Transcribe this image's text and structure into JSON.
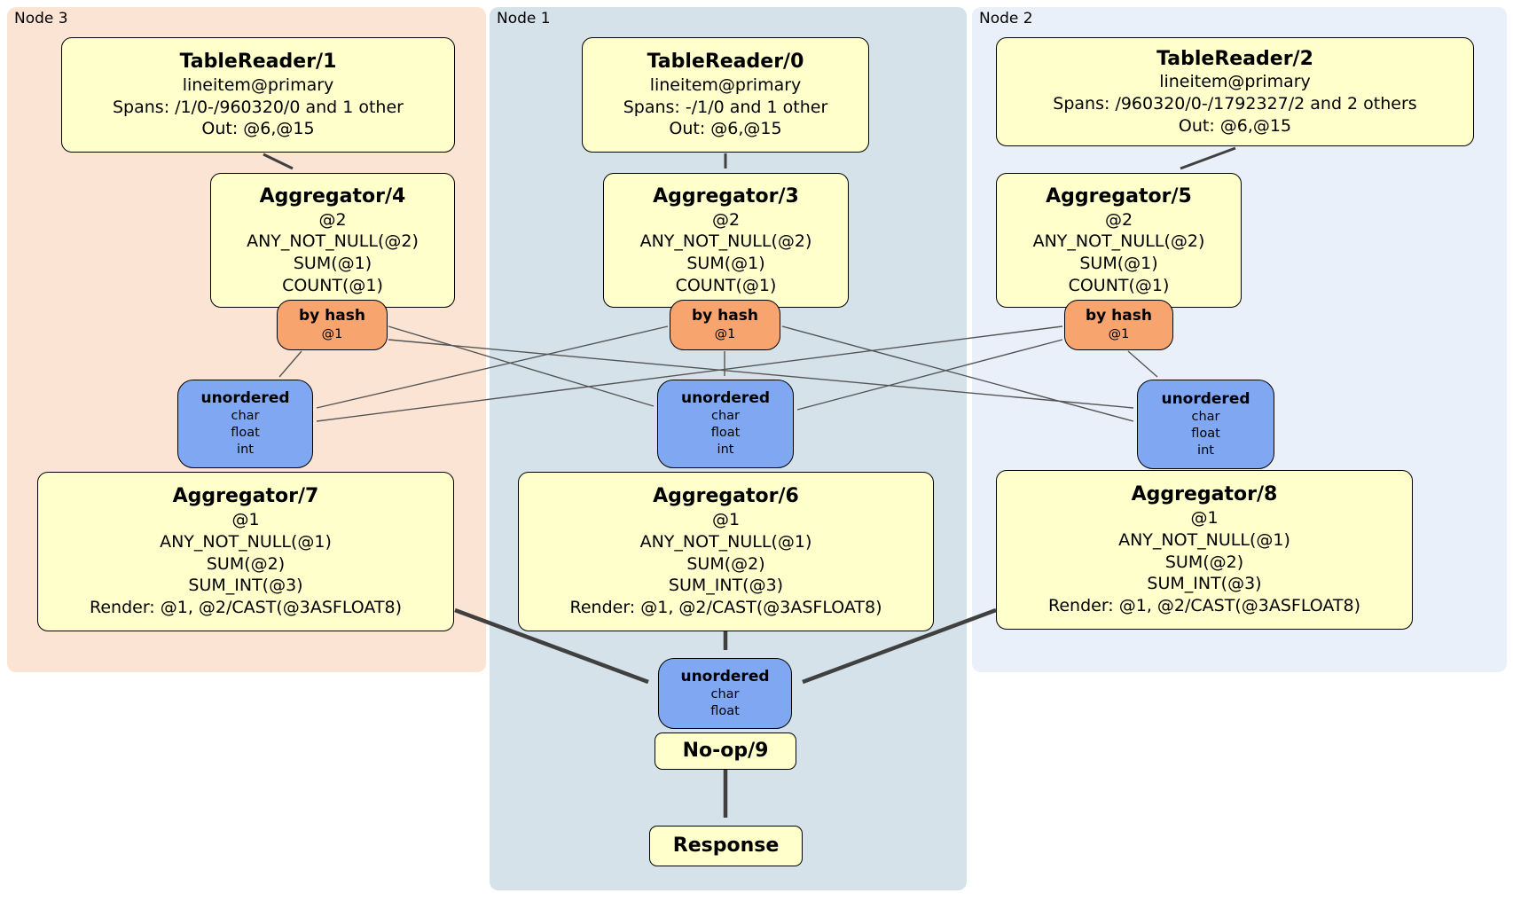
{
  "colors": {
    "node3_bg": "#fce4d4",
    "node1_bg": "#d5e2ea",
    "node2_bg": "#eaf0f9",
    "processor_fill": "#ffffcc",
    "router_fill": "#f8a46f",
    "sync_fill": "#80a8f2",
    "edge": "#404040",
    "border": "#000000"
  },
  "nodes": {
    "node3": {
      "label": "Node 3",
      "table_reader": {
        "title": "TableReader/1",
        "lines": [
          "lineitem@primary",
          "Spans: /1/0-/960320/0 and 1 other",
          "Out: @6,@15"
        ]
      },
      "aggregator_top": {
        "title": "Aggregator/4",
        "lines": [
          "@2",
          "ANY_NOT_NULL(@2)",
          "SUM(@1)",
          "COUNT(@1)"
        ]
      },
      "router": {
        "title": "by hash",
        "lines": [
          "@1"
        ]
      },
      "sync": {
        "title": "unordered",
        "lines": [
          "char",
          "float",
          "int"
        ]
      },
      "aggregator_bottom": {
        "title": "Aggregator/7",
        "lines": [
          "@1",
          "ANY_NOT_NULL(@1)",
          "SUM(@2)",
          "SUM_INT(@3)",
          "Render: @1, @2/CAST(@3ASFLOAT8)"
        ]
      }
    },
    "node1": {
      "label": "Node 1",
      "table_reader": {
        "title": "TableReader/0",
        "lines": [
          "lineitem@primary",
          "Spans: -/1/0 and 1 other",
          "Out: @6,@15"
        ]
      },
      "aggregator_top": {
        "title": "Aggregator/3",
        "lines": [
          "@2",
          "ANY_NOT_NULL(@2)",
          "SUM(@1)",
          "COUNT(@1)"
        ]
      },
      "router": {
        "title": "by hash",
        "lines": [
          "@1"
        ]
      },
      "sync": {
        "title": "unordered",
        "lines": [
          "char",
          "float",
          "int"
        ]
      },
      "aggregator_bottom": {
        "title": "Aggregator/6",
        "lines": [
          "@1",
          "ANY_NOT_NULL(@1)",
          "SUM(@2)",
          "SUM_INT(@3)",
          "Render: @1, @2/CAST(@3ASFLOAT8)"
        ]
      },
      "final_sync": {
        "title": "unordered",
        "lines": [
          "char",
          "float"
        ]
      },
      "noop": {
        "title": "No-op/9"
      },
      "response": {
        "title": "Response"
      }
    },
    "node2": {
      "label": "Node 2",
      "table_reader": {
        "title": "TableReader/2",
        "lines": [
          "lineitem@primary",
          "Spans: /960320/0-/1792327/2 and 2 others",
          "Out: @6,@15"
        ]
      },
      "aggregator_top": {
        "title": "Aggregator/5",
        "lines": [
          "@2",
          "ANY_NOT_NULL(@2)",
          "SUM(@1)",
          "COUNT(@1)"
        ]
      },
      "router": {
        "title": "by hash",
        "lines": [
          "@1"
        ]
      },
      "sync": {
        "title": "unordered",
        "lines": [
          "char",
          "float",
          "int"
        ]
      },
      "aggregator_bottom": {
        "title": "Aggregator/8",
        "lines": [
          "@1",
          "ANY_NOT_NULL(@1)",
          "SUM(@2)",
          "SUM_INT(@3)",
          "Render: @1, @2/CAST(@3ASFLOAT8)"
        ]
      }
    }
  },
  "edges": [
    {
      "from": "TableReader/1",
      "to": "Aggregator/4"
    },
    {
      "from": "TableReader/0",
      "to": "Aggregator/3"
    },
    {
      "from": "TableReader/2",
      "to": "Aggregator/5"
    },
    {
      "from": "Aggregator/4 by hash @1",
      "to": "unordered (Node 3)"
    },
    {
      "from": "Aggregator/4 by hash @1",
      "to": "unordered (Node 1)"
    },
    {
      "from": "Aggregator/4 by hash @1",
      "to": "unordered (Node 2)"
    },
    {
      "from": "Aggregator/3 by hash @1",
      "to": "unordered (Node 3)"
    },
    {
      "from": "Aggregator/3 by hash @1",
      "to": "unordered (Node 1)"
    },
    {
      "from": "Aggregator/3 by hash @1",
      "to": "unordered (Node 2)"
    },
    {
      "from": "Aggregator/5 by hash @1",
      "to": "unordered (Node 3)"
    },
    {
      "from": "Aggregator/5 by hash @1",
      "to": "unordered (Node 1)"
    },
    {
      "from": "Aggregator/5 by hash @1",
      "to": "unordered (Node 2)"
    },
    {
      "from": "Aggregator/7",
      "to": "unordered (final)"
    },
    {
      "from": "Aggregator/6",
      "to": "unordered (final)"
    },
    {
      "from": "Aggregator/8",
      "to": "unordered (final)"
    },
    {
      "from": "No-op/9",
      "to": "Response"
    }
  ]
}
